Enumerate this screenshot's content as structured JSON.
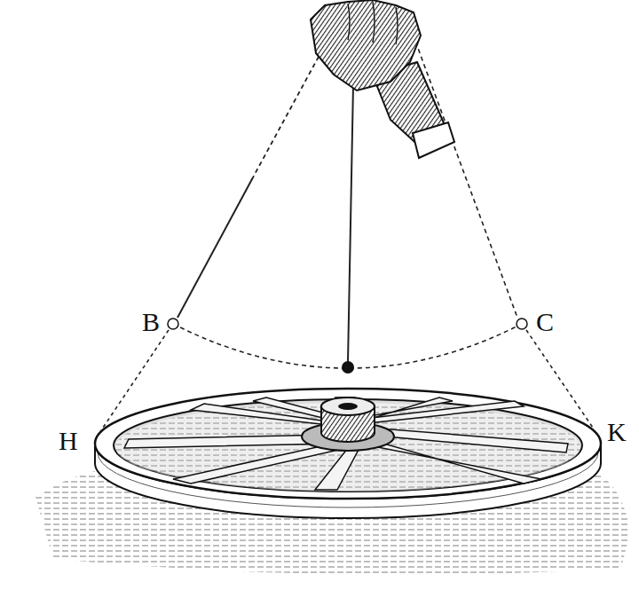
{
  "diagram": {
    "labels": [
      "B",
      "C",
      "H",
      "K"
    ]
  }
}
